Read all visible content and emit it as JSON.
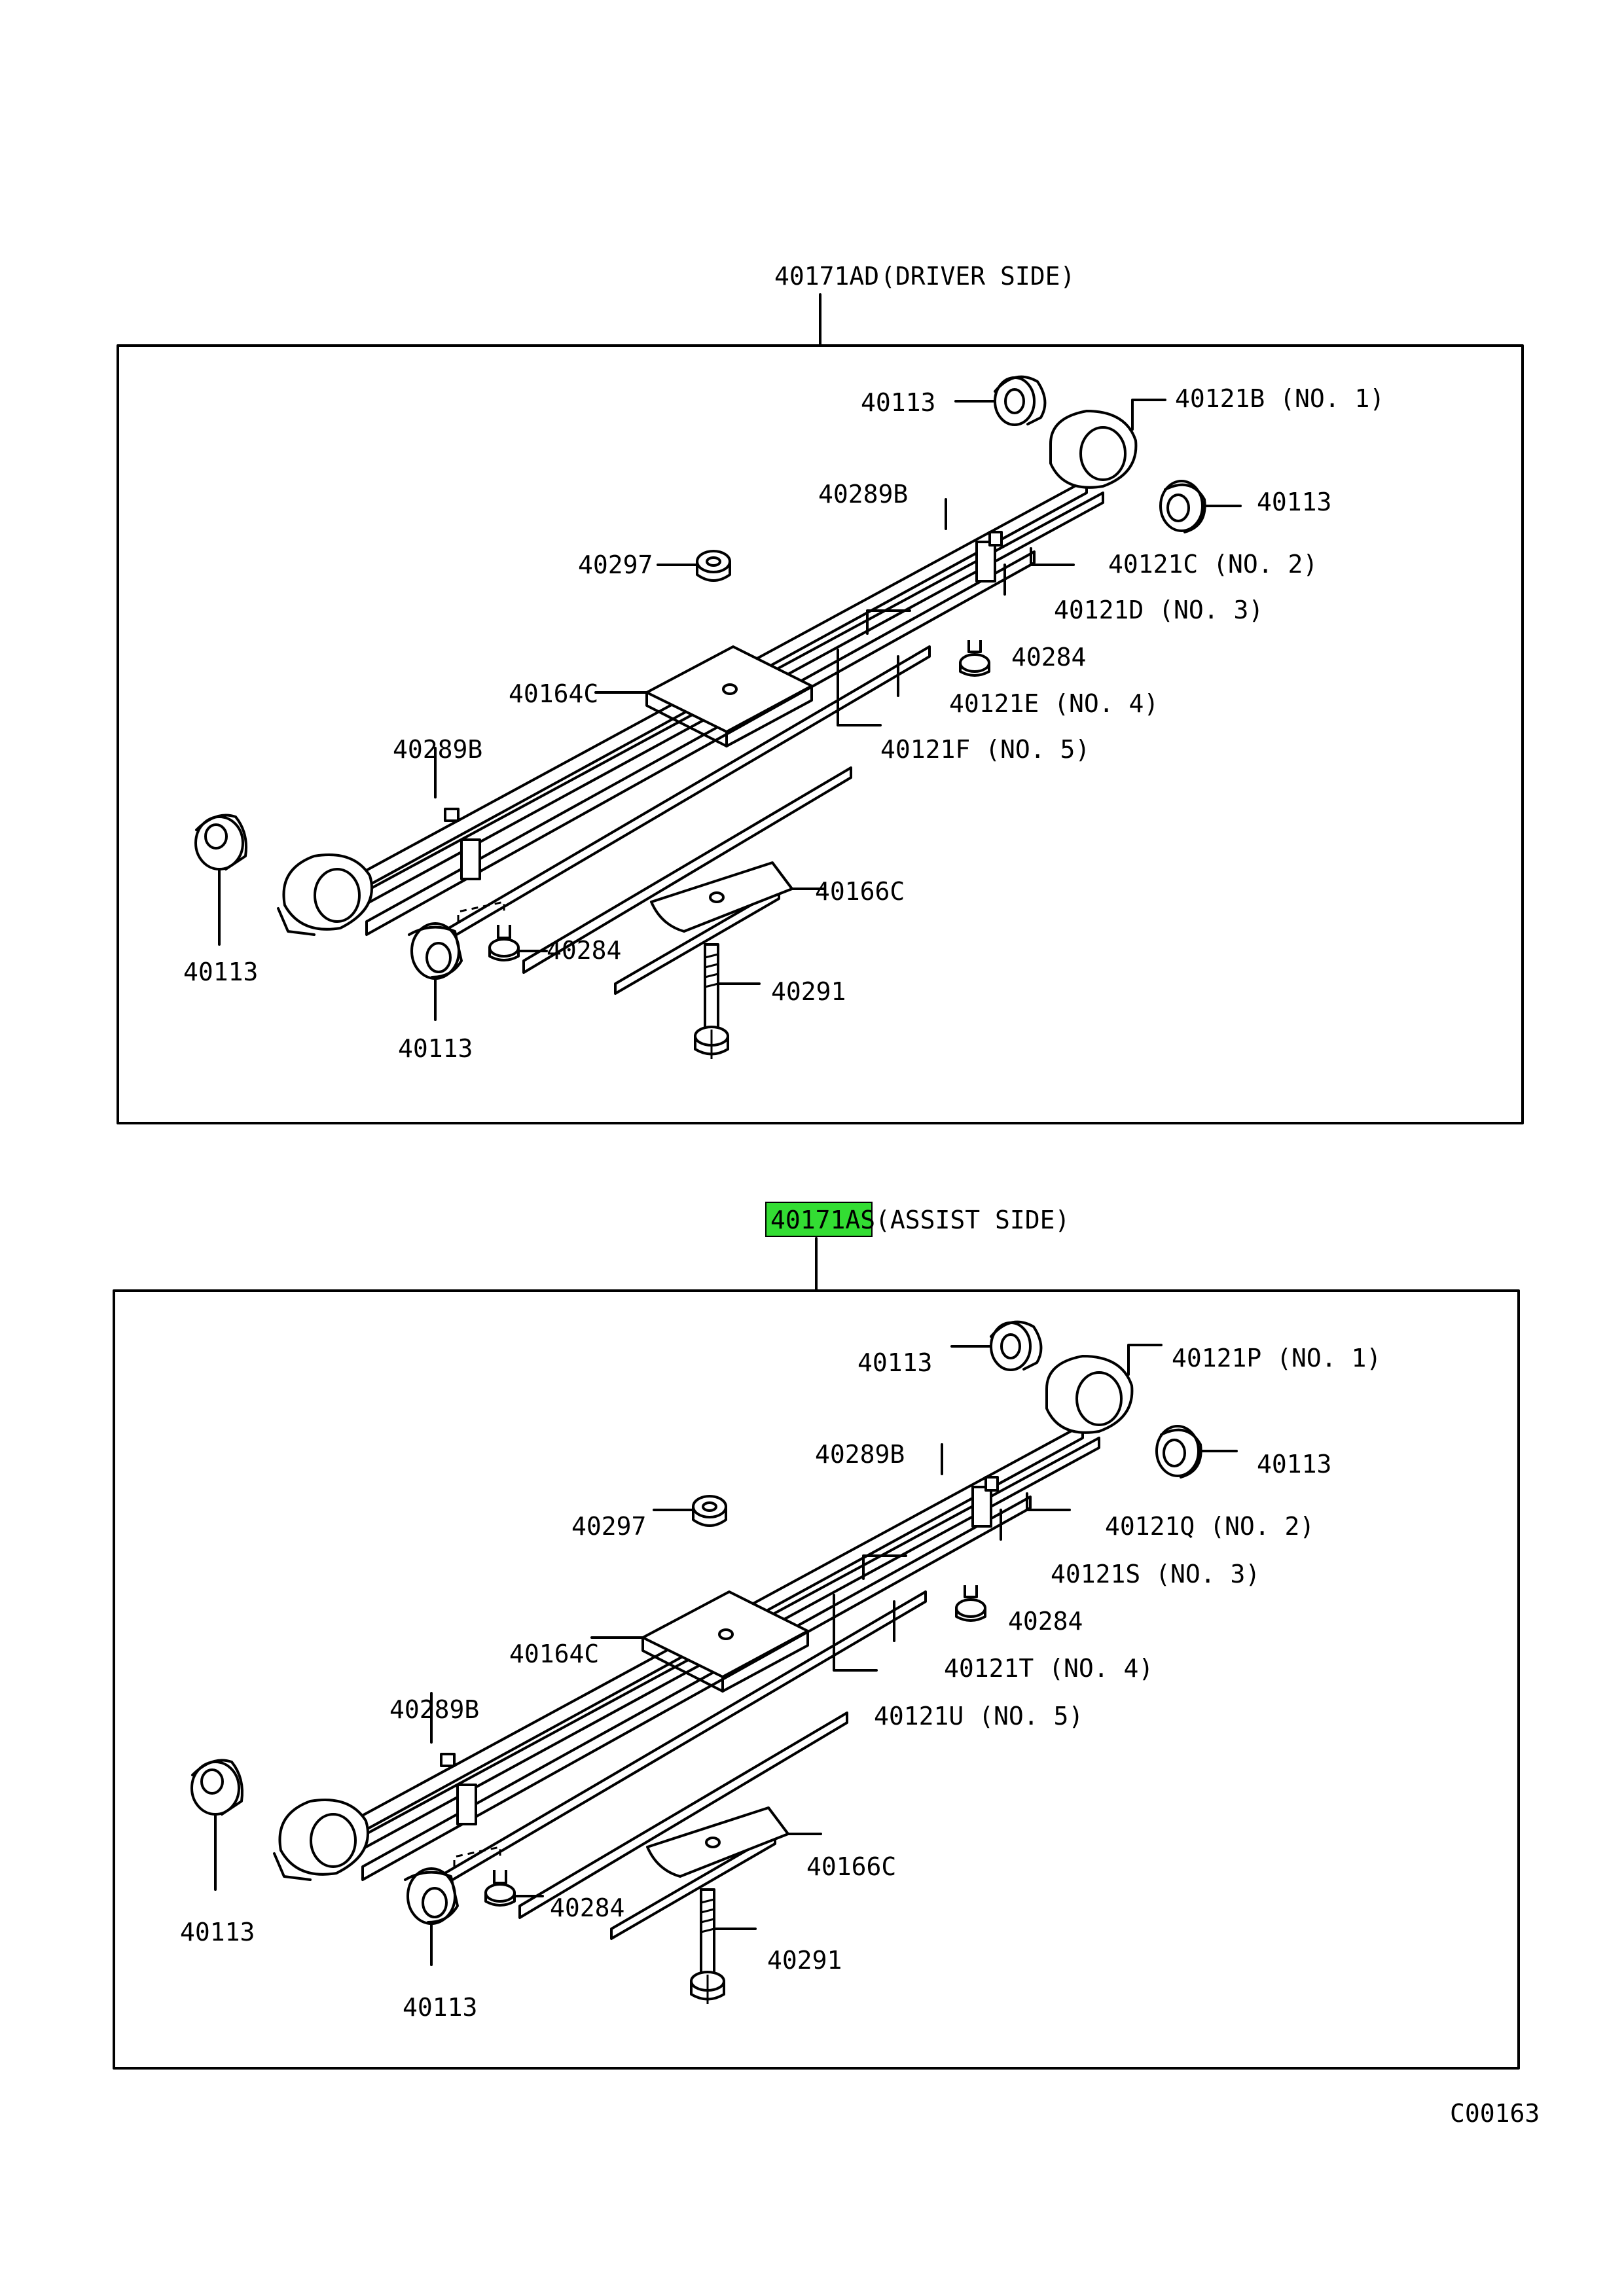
{
  "highlight_color": "#33dd33",
  "top": {
    "assembly_code": "40171AD",
    "assembly_note": "(DRIVER SIDE)",
    "callouts": {
      "bushing_top": "40113",
      "leaf_no1": "40121B (NO. 1)",
      "bushing_right": "40113",
      "clip_upper": "40289B",
      "leaf_no2": "40121C (NO. 2)",
      "nut": "40297",
      "leaf_no3": "40121D (NO. 3)",
      "bolt_upper": "40284",
      "leaf_no4": "40121E (NO. 4)",
      "seat": "40164C",
      "leaf_no5": "40121F (NO. 5)",
      "clip_lower": "40289B",
      "bushing_left": "40113",
      "pad": "40166C",
      "bolt_lower": "40284",
      "center_bolt": "40291",
      "bushing_bottom": "40113"
    }
  },
  "bottom": {
    "assembly_code": "40171AS",
    "assembly_note": "(ASSIST SIDE)",
    "callouts": {
      "bushing_top": "40113",
      "leaf_no1": "40121P (NO. 1)",
      "bushing_right": "40113",
      "clip_upper": "40289B",
      "leaf_no2": "40121Q (NO. 2)",
      "nut": "40297",
      "leaf_no3": "40121S (NO. 3)",
      "bolt_upper": "40284",
      "leaf_no4": "40121T (NO. 4)",
      "seat": "40164C",
      "leaf_no5": "40121U (NO. 5)",
      "clip_lower": "40289B",
      "bushing_left": "40113",
      "pad": "40166C",
      "bolt_lower": "40284",
      "center_bolt": "40291",
      "bushing_bottom": "40113"
    }
  },
  "figure_code": "C00163"
}
